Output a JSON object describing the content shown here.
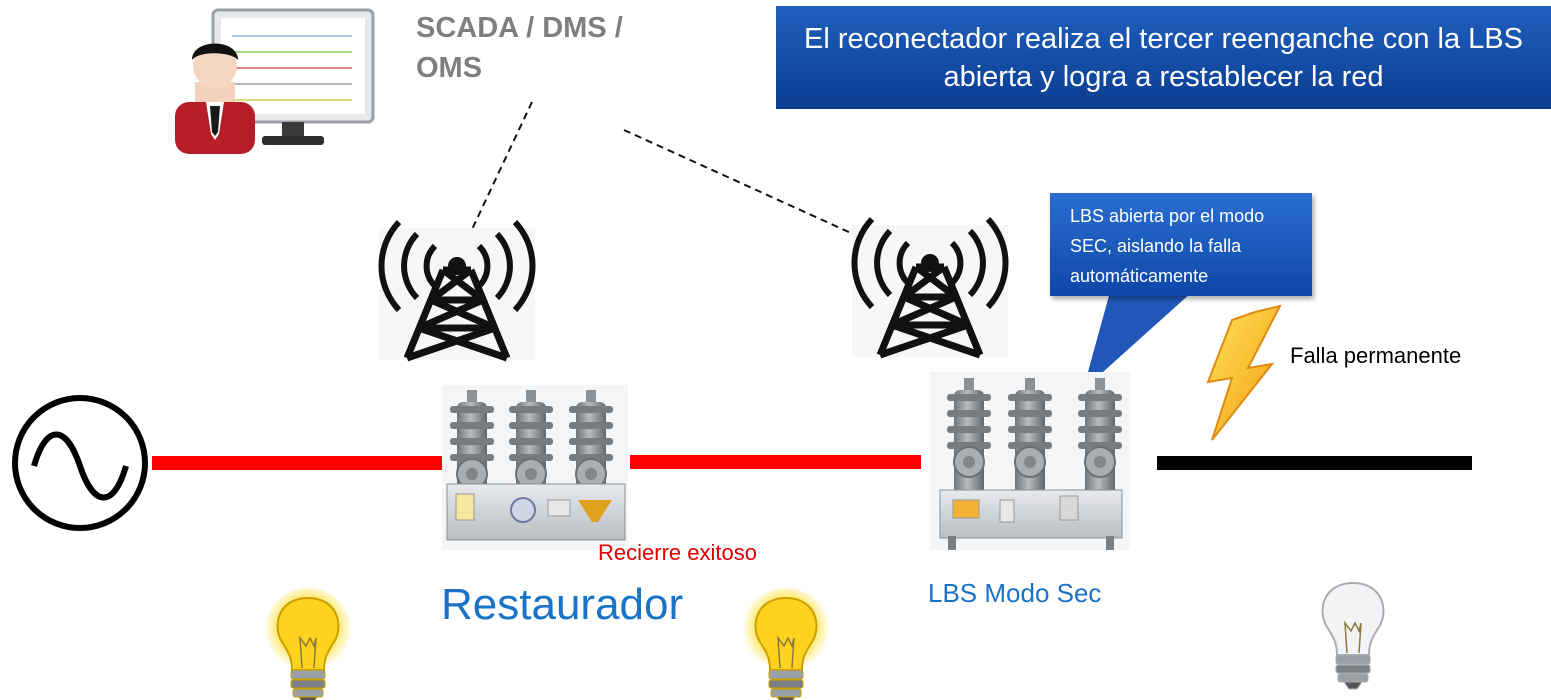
{
  "header": {
    "system_label": "SCADA / DMS / OMS",
    "banner_text": "El reconectador realiza el tercer reenganche con la LBS abierta y logra a restablecer la red"
  },
  "callout": {
    "text": "LBS abierta por el modo SEC, aislando la falla automáticamente"
  },
  "fault": {
    "label": "Falla permanente"
  },
  "recloser": {
    "status": "Recierre exitoso",
    "label": "Restaurador"
  },
  "lbs": {
    "label": "LBS Modo Sec"
  },
  "colors": {
    "energized_line": "#ff0000",
    "deenergized_line": "#000000",
    "banner_blue": "#0b4aa8",
    "label_blue": "#1a73c6",
    "status_red": "#e00000",
    "label_gray": "#7f7f7f"
  },
  "icons": [
    "operator-workstation-icon",
    "radio-tower-icon",
    "ac-source-icon",
    "recloser-icon",
    "switch-icon",
    "lightning-bolt-icon",
    "light-bulb-icon"
  ]
}
